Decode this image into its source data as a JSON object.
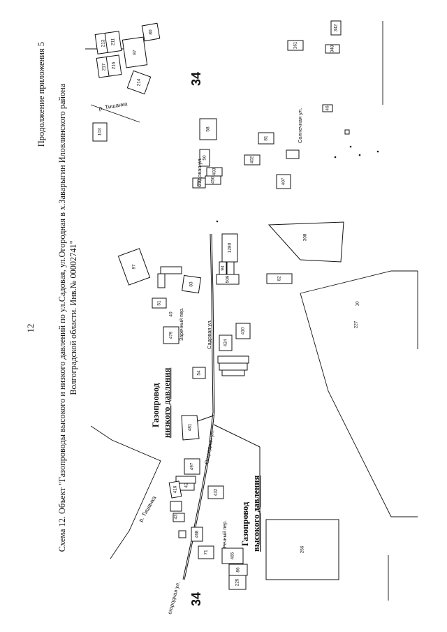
{
  "header": {
    "page_number": "12",
    "appendix": "Продолжение приложения 5",
    "caption_line1": "Схема 12. Объект \"Газопроводы высокого и низкого давлений по ул.Садовая, ул.Огородная в х.Заварыгин Иловлинского района",
    "caption_line2": "Волгоградской области. Инв.№ 00002741\""
  },
  "labels": {
    "low_pressure_1": "Газопровод",
    "low_pressure_2": "низкого давления",
    "high_pressure_1": "Газопровод",
    "high_pressure_2": "высокого давления",
    "quarter_top": "34",
    "quarter_bottom": "34"
  },
  "streets": {
    "sadovaya": "Садовая ул.",
    "sadovaya2": "Садовая ул.",
    "ogorodnaya": "Огородная ул.",
    "ogorodnaya2": "огородная ул.",
    "solnechnaya": "Солнечная ул.",
    "zarechny": "Заречный пер.",
    "rechnoy": "Речный пер.",
    "river": "р. Тишанка",
    "river2": "р. Тишанка"
  },
  "lots": [
    "213",
    "211",
    "217",
    "216",
    "87",
    "214",
    "80",
    "103",
    "342",
    "161",
    "348",
    "46",
    "58",
    "81",
    "50",
    "402",
    "403",
    "450",
    "399",
    "407",
    "1280",
    "308",
    "94",
    "509",
    "62",
    "83",
    "97",
    "51",
    "40",
    "479",
    "410",
    "424",
    "54",
    "481",
    "497",
    "432",
    "42",
    "416",
    "43",
    "468",
    "71",
    "465",
    "86",
    "225",
    "256",
    "227",
    "10"
  ]
}
